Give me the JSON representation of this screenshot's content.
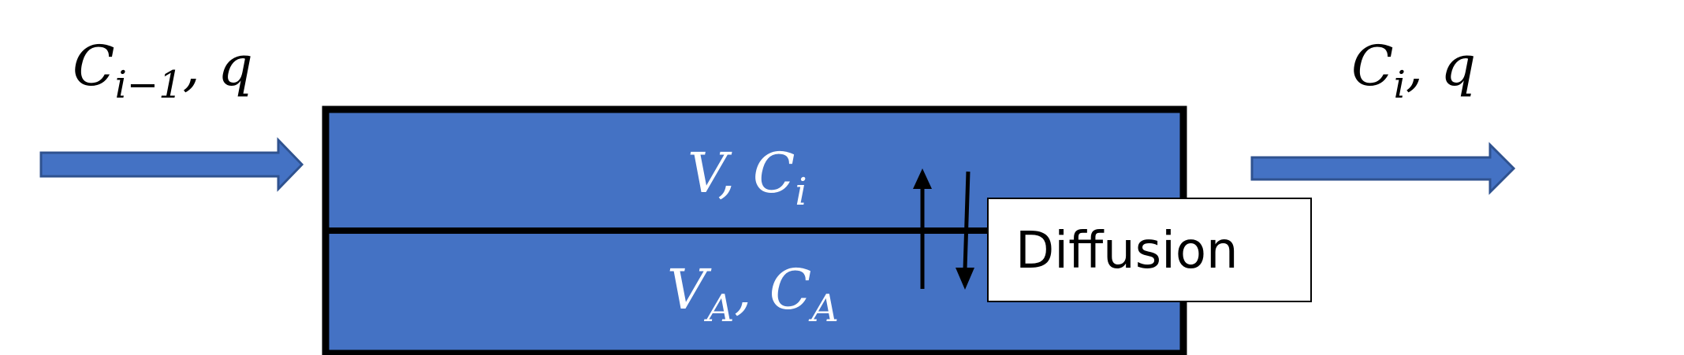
{
  "inlet": {
    "symbol": "C",
    "subscript": "i−1",
    "suffix": ", q"
  },
  "outlet": {
    "symbol": "C",
    "subscript": "i",
    "suffix": ", q"
  },
  "upper_compartment": {
    "prefix": "V, C",
    "subscript": "i"
  },
  "lower_compartment": {
    "main": "V",
    "main_sub": "A",
    "comma": ", C",
    "c_sub": "A"
  },
  "callout": {
    "label": "Diffusion"
  },
  "colors": {
    "compartment_fill": "#4472C4",
    "arrow_fill": "#4472C4",
    "arrow_stroke": "#2F528F",
    "border": "#000000",
    "text_on_fill": "#FFFFFF"
  }
}
